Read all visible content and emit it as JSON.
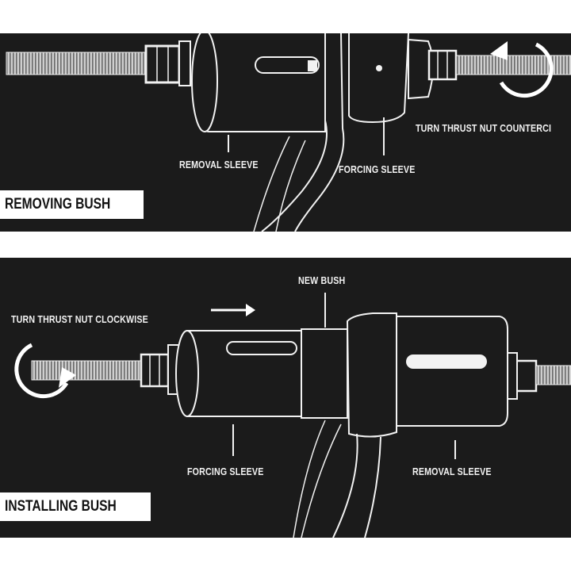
{
  "removing": {
    "title": "REMOVING BUSH",
    "label_removal_sleeve": "REMOVAL SLEEVE",
    "label_forcing_sleeve": "FORCING SLEEVE",
    "label_turn_nut": "TURN THRUST NUT COUNTERCI"
  },
  "installing": {
    "title": "INSTALLING BUSH",
    "label_new_bush": "NEW BUSH",
    "label_turn_nut": "TURN THRUST NUT CLOCKWISE",
    "label_forcing_sleeve": "FORCING SLEEVE",
    "label_removal_sleeve": "REMOVAL SLEEVE"
  },
  "colors": {
    "panel_bg": "#1b1b1b",
    "line": "#f2f2f2",
    "tag_bg": "#ffffff"
  }
}
